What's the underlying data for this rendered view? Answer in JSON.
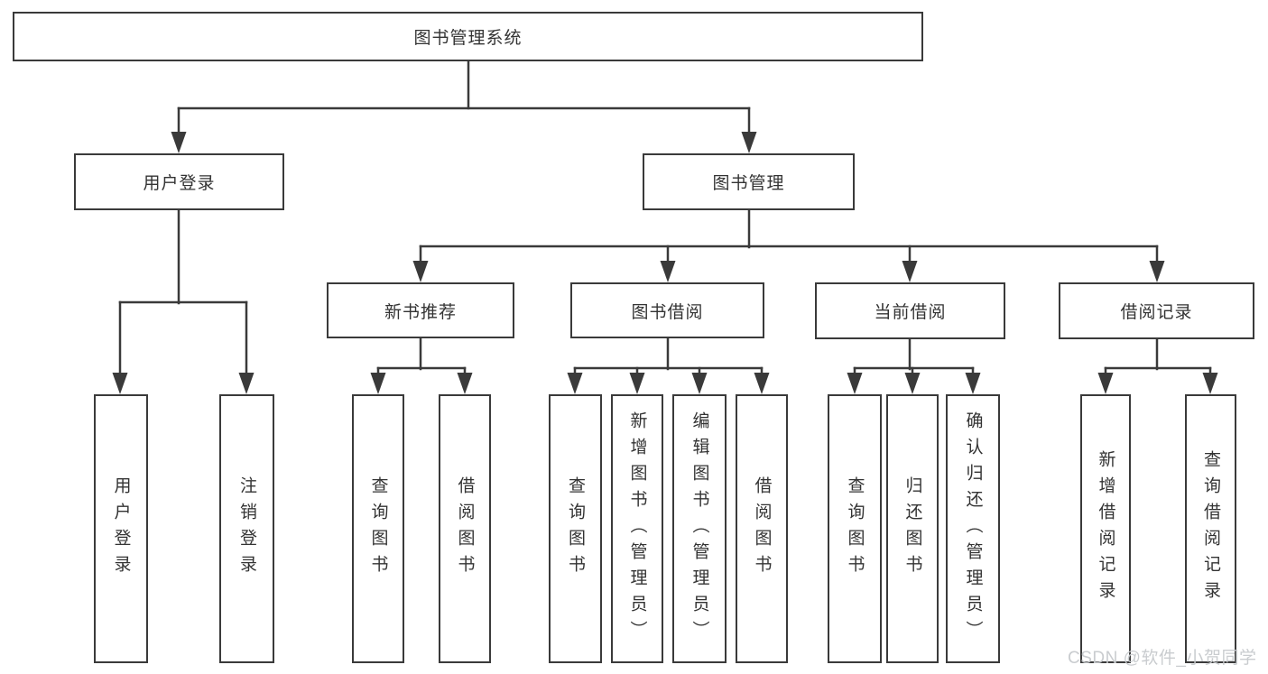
{
  "tree": {
    "root": {
      "label": "图书管理系统"
    },
    "branches": [
      {
        "label": "用户登录",
        "children": [
          {
            "label": "用户登录"
          },
          {
            "label": "注销登录"
          }
        ]
      },
      {
        "label": "图书管理",
        "children": [
          {
            "label": "新书推荐",
            "children": [
              {
                "label": "查询图书"
              },
              {
                "label": "借阅图书"
              }
            ]
          },
          {
            "label": "图书借阅",
            "children": [
              {
                "label": "查询图书"
              },
              {
                "label": "新增图书（管理员）"
              },
              {
                "label": "编辑图书（管理员）"
              },
              {
                "label": "借阅图书"
              }
            ]
          },
          {
            "label": "当前借阅",
            "children": [
              {
                "label": "查询图书"
              },
              {
                "label": "归还图书"
              },
              {
                "label": "确认归还（管理员）"
              }
            ]
          },
          {
            "label": "借阅记录",
            "children": [
              {
                "label": "新增借阅记录"
              },
              {
                "label": "查询借阅记录"
              }
            ]
          }
        ]
      }
    ]
  },
  "watermark": {
    "text": "CSDN @软件_小贺同学"
  },
  "colors": {
    "line": "#3a3a3a",
    "box_border": "#3a3a3a",
    "text": "#333333",
    "background": "#ffffff",
    "watermark": "#c7cacd"
  }
}
